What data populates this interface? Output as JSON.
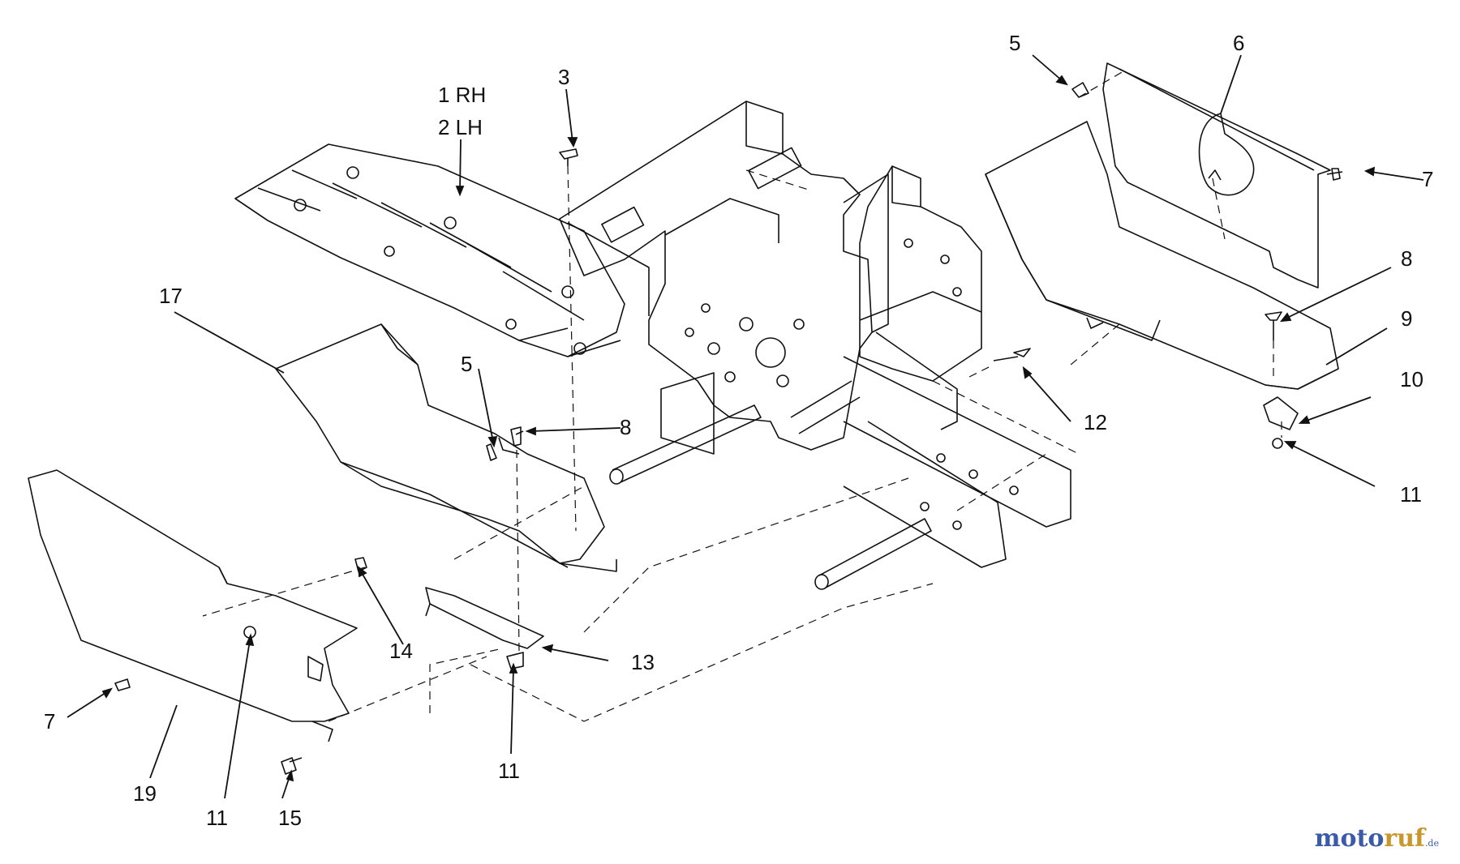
{
  "callouts": [
    {
      "id": "c-1rh",
      "text": "1 RH"
    },
    {
      "id": "c-2lh",
      "text": "2 LH"
    },
    {
      "id": "c-3",
      "text": "3"
    },
    {
      "id": "c-5a",
      "text": "5"
    },
    {
      "id": "c-6",
      "text": "6"
    },
    {
      "id": "c-7a",
      "text": "7"
    },
    {
      "id": "c-8a",
      "text": "8"
    },
    {
      "id": "c-9",
      "text": "9"
    },
    {
      "id": "c-10",
      "text": "10"
    },
    {
      "id": "c-11a",
      "text": "11"
    },
    {
      "id": "c-12",
      "text": "12"
    },
    {
      "id": "c-17",
      "text": "17"
    },
    {
      "id": "c-5b",
      "text": "5"
    },
    {
      "id": "c-8b",
      "text": "8"
    },
    {
      "id": "c-14",
      "text": "14"
    },
    {
      "id": "c-13",
      "text": "13"
    },
    {
      "id": "c-7b",
      "text": "7"
    },
    {
      "id": "c-19",
      "text": "19"
    },
    {
      "id": "c-11b",
      "text": "11"
    },
    {
      "id": "c-15",
      "text": "15"
    },
    {
      "id": "c-11c",
      "text": "11"
    }
  ],
  "watermark": {
    "part_a": "moto",
    "part_b": "ruf",
    "part_c": ".de"
  },
  "colors": {
    "line": "#111111",
    "background": "#ffffff",
    "watermark_blue": "#3b5aa8",
    "watermark_gold": "#c8962a"
  }
}
